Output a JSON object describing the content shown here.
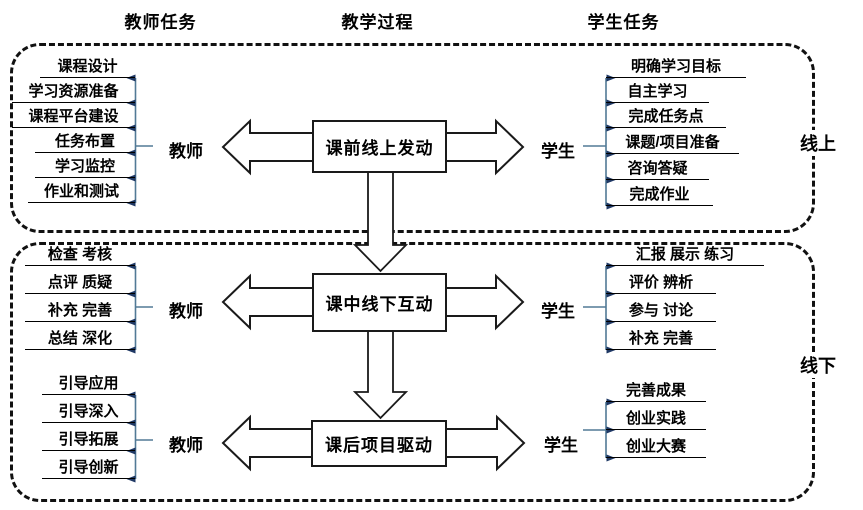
{
  "title_row": {
    "teacher_tasks": "教师任务",
    "process": "教学过程",
    "student_tasks": "学生任务"
  },
  "regions": {
    "top": "线上",
    "bottom": "线下"
  },
  "actor_labels": {
    "teacher": "教师",
    "student": "学生"
  },
  "stages": [
    {
      "label": "课前线上发动",
      "teacher_tasks": [
        "课程设计",
        "学习资源准备",
        "课程平台建设",
        "任务布置",
        "学习监控",
        "作业和测试"
      ],
      "student_tasks": [
        "明确学习目标",
        "自主学习",
        "完成任务点",
        "课题/项目准备",
        "咨询答疑",
        "完成作业"
      ]
    },
    {
      "label": "课中线下互动",
      "teacher_tasks": [
        "检查 考核",
        "点评 质疑",
        "补充 完善",
        "总结 深化"
      ],
      "student_tasks": [
        "汇报 展示 练习",
        "评价 辨析",
        "参与 讨论",
        "补充 完善"
      ]
    },
    {
      "label": "课后项目驱动",
      "teacher_tasks": [
        "引导应用",
        "引导深入",
        "引导拓展",
        "引导创新"
      ],
      "student_tasks": [
        "完善成果",
        "创业实践",
        "创业大赛"
      ]
    }
  ],
  "colors": {
    "background": "#ffffff",
    "outline": "#1a1a1a",
    "connector": "#527a96",
    "arrowhead": "#1f3864"
  }
}
